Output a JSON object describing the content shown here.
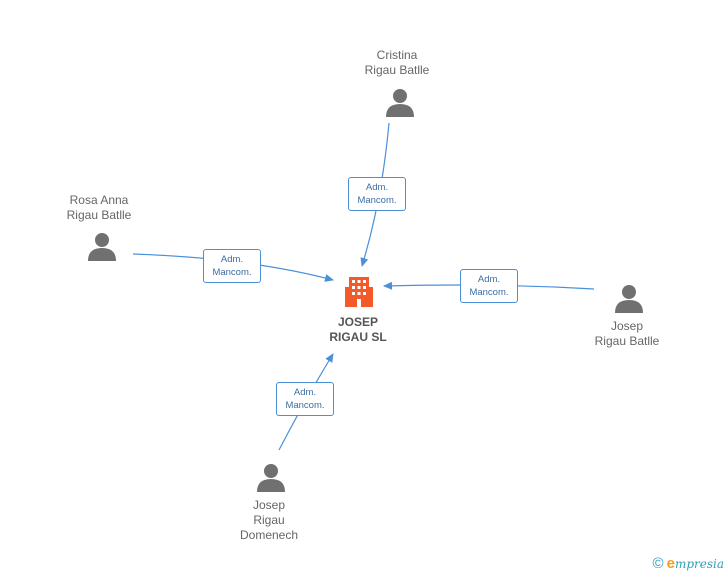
{
  "company": {
    "name": "JOSEP\nRIGAU SL",
    "icon": "building-icon",
    "color": "#f25a29"
  },
  "persons": [
    {
      "id": "cristina",
      "name": "Cristina\nRigau Batlle",
      "icon": "person-icon"
    },
    {
      "id": "rosa",
      "name": "Rosa Anna\nRigau Batlle",
      "icon": "person-icon"
    },
    {
      "id": "josep-batlle",
      "name": "Josep\nRigau Batlle",
      "icon": "person-icon"
    },
    {
      "id": "josep-domenech",
      "name": "Josep\nRigau\nDomenech",
      "icon": "person-icon"
    }
  ],
  "relations": [
    {
      "from": "cristina",
      "line1": "Adm.",
      "line2": "Mancom."
    },
    {
      "from": "rosa",
      "line1": "Adm.",
      "line2": "Mancom."
    },
    {
      "from": "josep-batlle",
      "line1": "Adm.",
      "line2": "Mancom."
    },
    {
      "from": "josep-domenech",
      "line1": "Adm.",
      "line2": "Mancom."
    }
  ],
  "footer": {
    "copyright_symbol": "©",
    "brand_initial": "e",
    "brand_rest": "mpresia"
  },
  "colors": {
    "edge": "#4a90d9",
    "person": "#707070",
    "company": "#f25a29"
  }
}
